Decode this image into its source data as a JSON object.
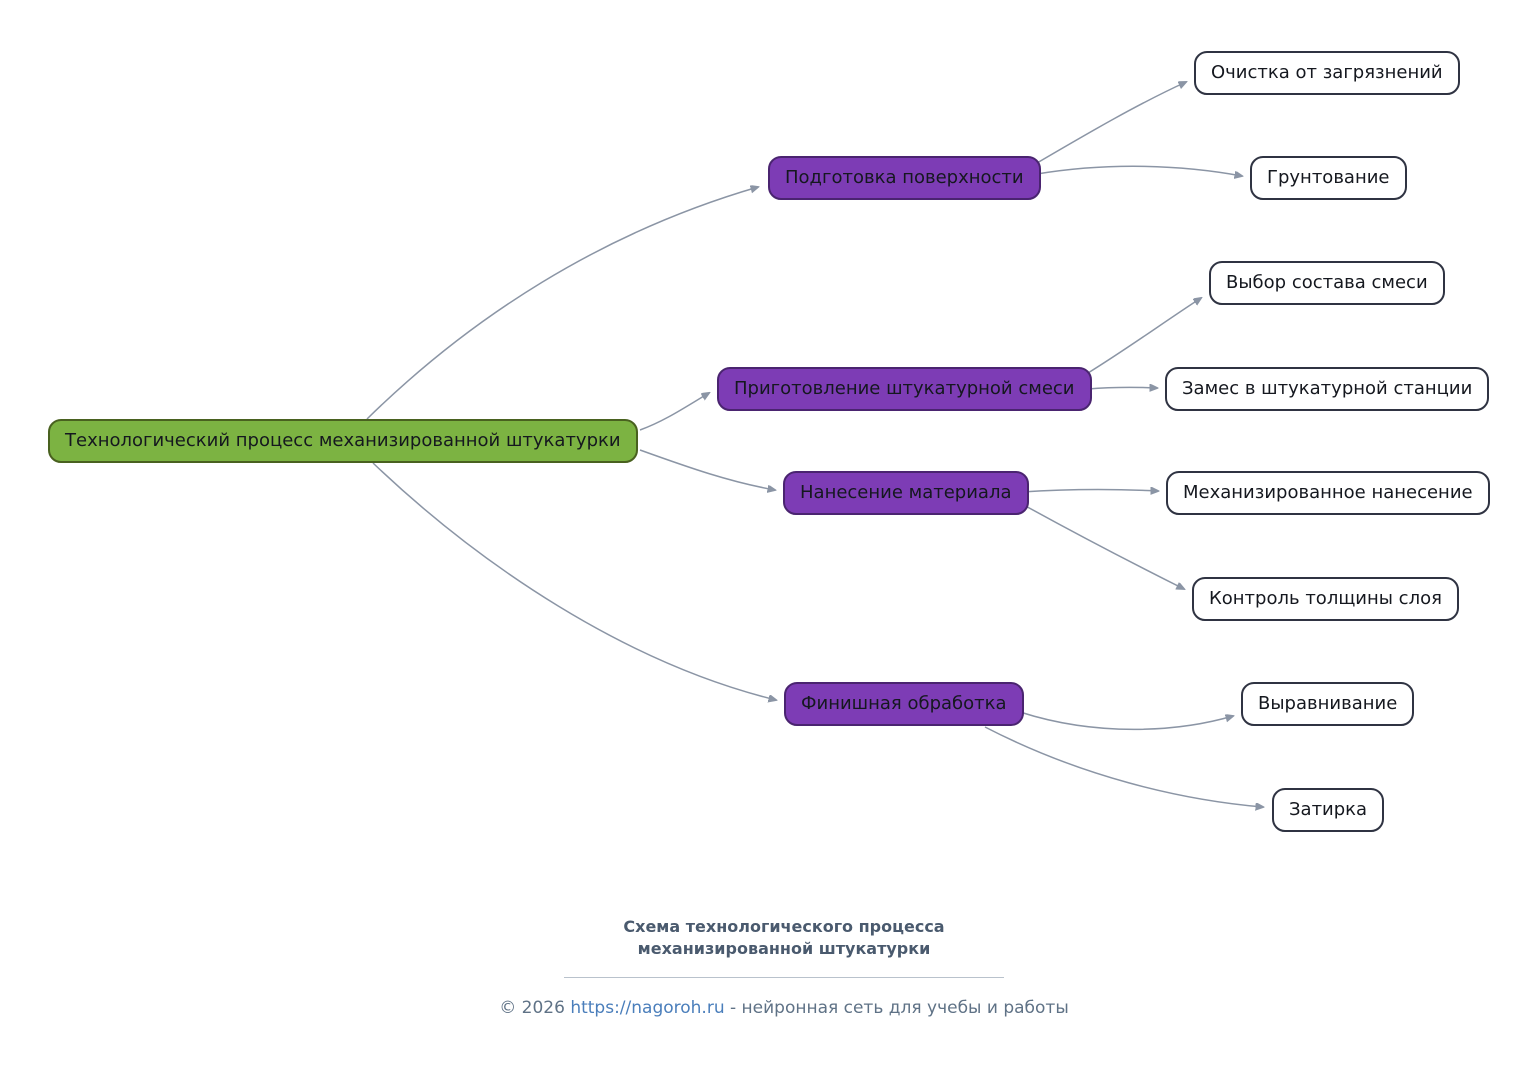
{
  "root": {
    "label": "Технологический процесс механизированной штукатурки"
  },
  "branches": [
    {
      "label": "Подготовка поверхности",
      "children": [
        "Очистка от загрязнений",
        "Грунтование"
      ]
    },
    {
      "label": "Приготовление штукатурной смеси",
      "children": [
        "Выбор состава смеси",
        "Замес в штукатурной станции"
      ]
    },
    {
      "label": "Нанесение материала",
      "children": [
        "Механизированное нанесение",
        "Контроль толщины слоя"
      ]
    },
    {
      "label": "Финишная обработка",
      "children": [
        "Выравнивание",
        "Затирка"
      ]
    }
  ],
  "footer": {
    "title": "Схема технологического процесса механизированной штукатурки",
    "copyright_prefix": "© 2026 ",
    "link": "https://nagoroh.ru",
    "copyright_suffix": " - нейронная сеть для учебы и работы"
  },
  "colors": {
    "root-fill": "#7cb342",
    "root-border": "#49611f",
    "branch-fill": "#7d3cb5",
    "branch-border": "#4a2470",
    "leaf-border": "#2f3342",
    "edge": "#8b95a5",
    "footer-title": "#4a5a6e",
    "footer-text": "#5f7286",
    "link": "#4a7ebb"
  }
}
